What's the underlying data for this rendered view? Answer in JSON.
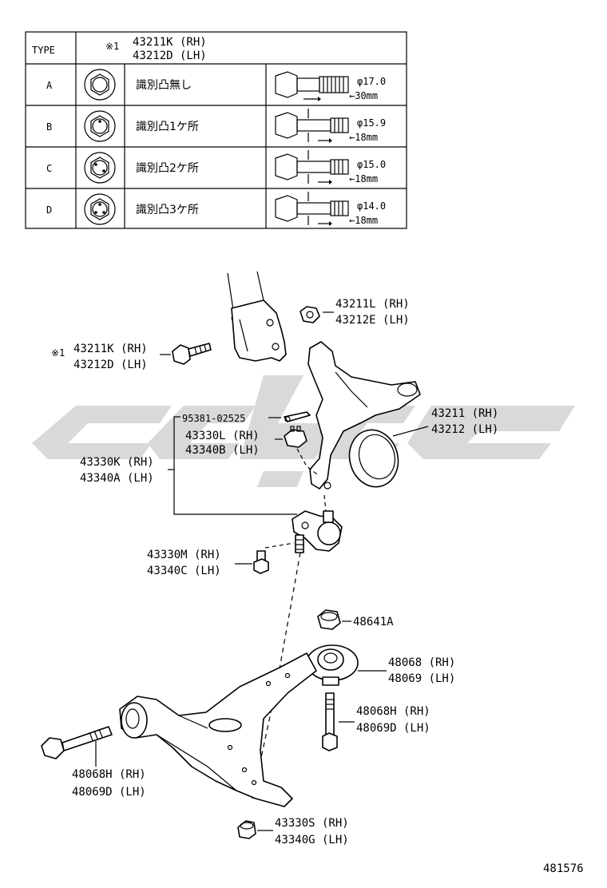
{
  "table": {
    "header": {
      "type": "TYPE",
      "ref": "※1",
      "rh": "43211K (RH)",
      "lh": "43212D (LH)"
    },
    "rows": [
      {
        "type": "A",
        "desc": "識別凸無し",
        "dia": "φ17.0",
        "len": "←30mm"
      },
      {
        "type": "B",
        "desc": "識別凸1ケ所",
        "dia": "φ15.9",
        "len": "←18mm"
      },
      {
        "type": "C",
        "desc": "識別凸2ケ所",
        "dia": "φ15.0",
        "len": "←18mm"
      },
      {
        "type": "D",
        "desc": "識別凸3ケ所",
        "dia": "φ14.0",
        "len": "←18mm"
      }
    ]
  },
  "labels": {
    "nut_43211L": {
      "rh": "43211L (RH)",
      "lh": "43212E (LH)"
    },
    "bolt_43211K": {
      "ref": "※1",
      "rh": "43211K (RH)",
      "lh": "43212D (LH)"
    },
    "knuckle": {
      "rh": "43211 (RH)",
      "lh": "43212 (LH)"
    },
    "pin": {
      "code": "95381-02525"
    },
    "nut_43330L": {
      "rh": "43330L (RH)",
      "lh": "43340B (LH)"
    },
    "ball_joint": {
      "rh": "43330K (RH)",
      "lh": "43340A (LH)"
    },
    "bolt_43330M": {
      "rh": "43330M (RH)",
      "lh": "43340C (LH)"
    },
    "nut_48641A": {
      "code": "48641A"
    },
    "bushing": {
      "rh": "48068 (RH)",
      "lh": "48069 (LH)"
    },
    "bolt_48068H_right": {
      "rh": "48068H (RH)",
      "lh": "48069D (LH)"
    },
    "bolt_48068H_left": {
      "rh": "48068H (RH)",
      "lh": "48069D (LH)"
    },
    "nut_43330S": {
      "rh": "43330S (RH)",
      "lh": "43340G (LH)"
    }
  },
  "diagram_id": "481576"
}
